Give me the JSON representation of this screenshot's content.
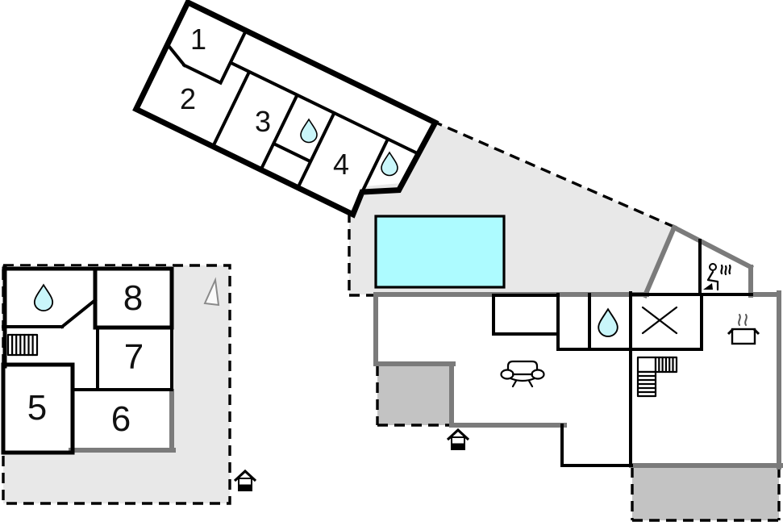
{
  "title": "holiday-home-floor-plan",
  "colors": {
    "background": "#ffffff",
    "yard_fill": "#e8e8e8",
    "terrace_fill": "#c3c3c3",
    "wall_gray": "#7b7b7b",
    "wall_black": "#000000",
    "pool_fill": "#adfbff",
    "water_drop_fill": "#c9f6fa",
    "north_triangle_fill": "#fafafa"
  },
  "buildings": {
    "top_annex": {
      "rooms": [
        {
          "label": "1"
        },
        {
          "label": "2"
        },
        {
          "label": "3"
        },
        {
          "label": "4"
        }
      ]
    },
    "left_annex": {
      "rooms": [
        {
          "label": "5"
        },
        {
          "label": "6"
        },
        {
          "label": "7"
        },
        {
          "label": "8"
        }
      ]
    },
    "main_house": {
      "rooms": []
    }
  },
  "icons": {
    "water_drop": "water-drop-icon (bathroom)",
    "pool": "swimming-pool",
    "sofa": "sofa-icon (living room)",
    "stove": "stove-pot-icon (kitchen)",
    "sauna": "sauna-person-icon",
    "cross": "cross-mark (storage)",
    "stairs": "stairs-icon",
    "entrance": "house-entrance-icon",
    "north_triangle": "north-triangle-marker"
  }
}
